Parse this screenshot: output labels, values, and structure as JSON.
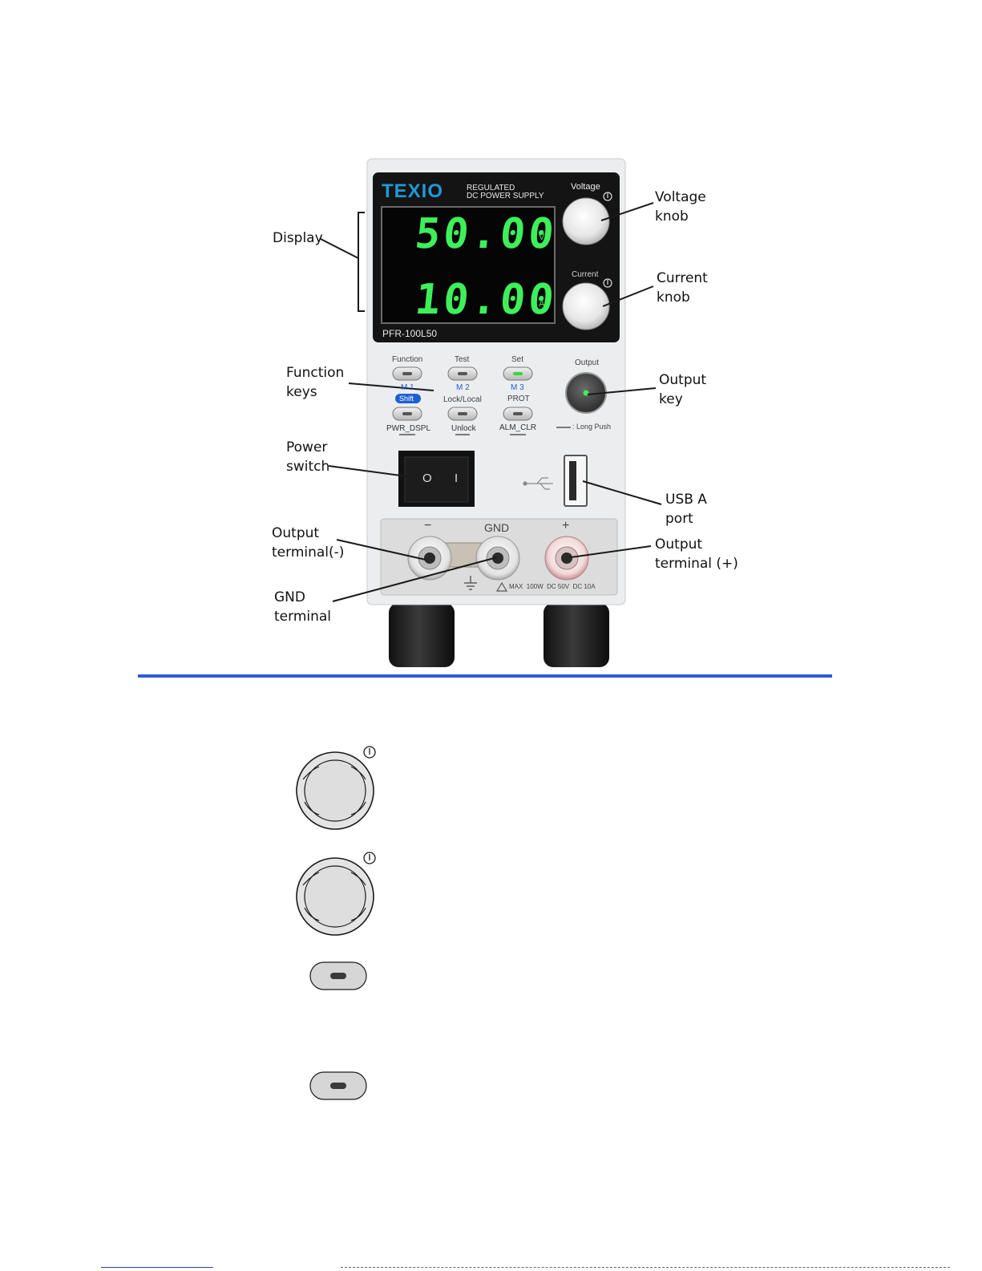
{
  "panel": {
    "brand": "TEXIO",
    "subtitle_line1": "REGULATED",
    "subtitle_line2": "DC POWER SUPPLY",
    "model": "PFR-100L50",
    "voltage_reading": "50.00",
    "voltage_unit": "V",
    "current_reading": "10.00",
    "current_unit": "A",
    "voltage_knob_label": "Voltage",
    "current_knob_label": "Current",
    "keys": {
      "function": "Function",
      "test": "Test",
      "set": "Set",
      "m1": "M 1",
      "m2": "M 2",
      "m3": "M 3",
      "shift": "Shift",
      "lock_local": "Lock/Local",
      "prot": "PROT",
      "pwr_dspl": "PWR_DSPL",
      "unlock": "Unlock",
      "alm_clr": "ALM_CLR",
      "output": "Output",
      "long_push": ": Long  Push"
    },
    "power_off_symbol": "O",
    "power_on_symbol": "I",
    "terminals": {
      "minus": "−",
      "gnd": "GND",
      "plus": "+",
      "rating": "MAX  100W  DC 50V  DC 10A"
    }
  },
  "callouts": {
    "display": "Display",
    "voltage_knob": "Voltage\nknob",
    "current_knob": "Current\nknob",
    "function_keys": "Function\nkeys",
    "output_key": "Output\nkey",
    "power_switch": "Power\nswitch",
    "usb_port": "USB A\nport",
    "output_terminal_minus": "Output\nterminal(-)",
    "output_terminal_plus": "Output\nterminal (+)",
    "gnd_terminal": "GND\nterminal"
  },
  "colors": {
    "segment_green": "#3df05a",
    "rule_blue": "#2f5be0",
    "shift_blue": "#1f5fd6"
  },
  "icons": {
    "voltage_knob": "knob-icon",
    "current_knob": "knob-icon",
    "function_key_1": "key-button-icon",
    "function_key_2": "key-button-icon"
  }
}
